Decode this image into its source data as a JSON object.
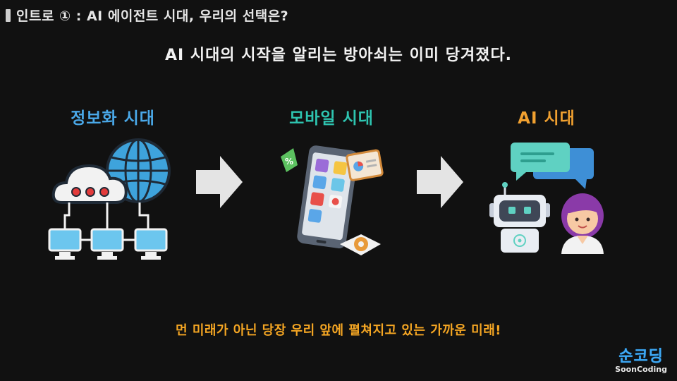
{
  "header": {
    "title": "인트로 ① : AI 에이전트 시대, 우리의 선택은?"
  },
  "headline": "AI 시대의 시작을 알리는 방아쇠는 이미 당겨졌다.",
  "eras": [
    {
      "label": "정보화 시대",
      "icon": "cloud-network-icon",
      "color": "#4aa8e8"
    },
    {
      "label": "모바일 시대",
      "icon": "smartphone-apps-icon",
      "color": "#2ec4b0"
    },
    {
      "label": "AI 시대",
      "icon": "robot-chat-icon",
      "color": "#f0a030"
    }
  ],
  "footer": "먼 미래가 아닌 당장 우리 앞에 펼쳐지고 있는 가까운 미래!",
  "logo": {
    "korean": "순코딩",
    "english": "SoonCoding"
  }
}
